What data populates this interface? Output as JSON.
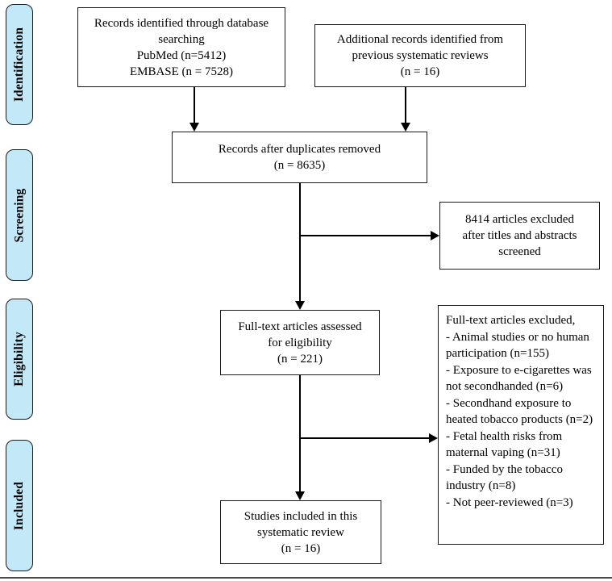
{
  "diagram": {
    "type": "prisma-flowchart",
    "stages": [
      {
        "label": "Identification"
      },
      {
        "label": "Screening"
      },
      {
        "label": "Eligibility"
      },
      {
        "label": "Included"
      }
    ],
    "boxes": {
      "db_search": {
        "lines": [
          "Records identified through database",
          "searching",
          "PubMed (n=5412)",
          "EMBASE (n = 7528)"
        ]
      },
      "additional_records": {
        "lines": [
          "Additional records identified from",
          "previous systematic reviews",
          "(n = 16)"
        ]
      },
      "after_duplicates": {
        "lines": [
          "Records after duplicates removed",
          "(n = 8635)"
        ]
      },
      "screening_excluded": {
        "lines": [
          "8414 articles excluded",
          "after titles and abstracts",
          "screened"
        ]
      },
      "fulltext_assessed": {
        "lines": [
          "Full-text articles assessed",
          "for eligibility",
          "(n = 221)"
        ]
      },
      "fulltext_excluded": {
        "title": "Full-text articles excluded,",
        "items": [
          "- Animal studies or no human participation (n=155)",
          "- Exposure to e-cigarettes was not secondhanded (n=6)",
          "- Secondhand exposure to heated tobacco products (n=2)",
          "- Fetal health risks from maternal vaping (n=31)",
          "- Funded by the tobacco industry (n=8)",
          "- Not peer-reviewed (n=3)"
        ]
      },
      "studies_included": {
        "lines": [
          "Studies included in this",
          "systematic review",
          "(n = 16)"
        ]
      }
    },
    "colors": {
      "stage_fill": "#c3e8f7",
      "box_border": "#1a1a1a",
      "arrow": "#000000",
      "background": "#ffffff"
    }
  }
}
